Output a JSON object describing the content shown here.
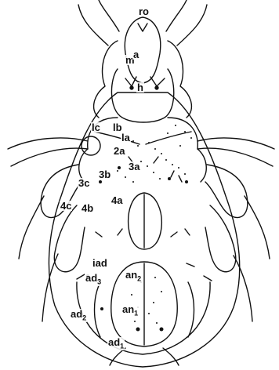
{
  "figure": {
    "labels": {
      "ro": "ro",
      "m": "m",
      "a": "a",
      "h": "h",
      "lc": "lc",
      "lb": "lb",
      "la": "la",
      "two_a": "2a",
      "three_a": "3a",
      "three_b": "3b",
      "three_c": "3c",
      "four_a": "4a",
      "four_b": "4b",
      "four_c": "4c",
      "iad": "iad",
      "ad3": {
        "base": "ad",
        "sub": "3"
      },
      "an2": {
        "base": "an",
        "sub": "2"
      },
      "ad2": {
        "base": "ad",
        "sub": "2"
      },
      "an1": {
        "base": "an",
        "sub": "1"
      },
      "ad1": {
        "base": "ad",
        "sub": "1"
      }
    }
  }
}
